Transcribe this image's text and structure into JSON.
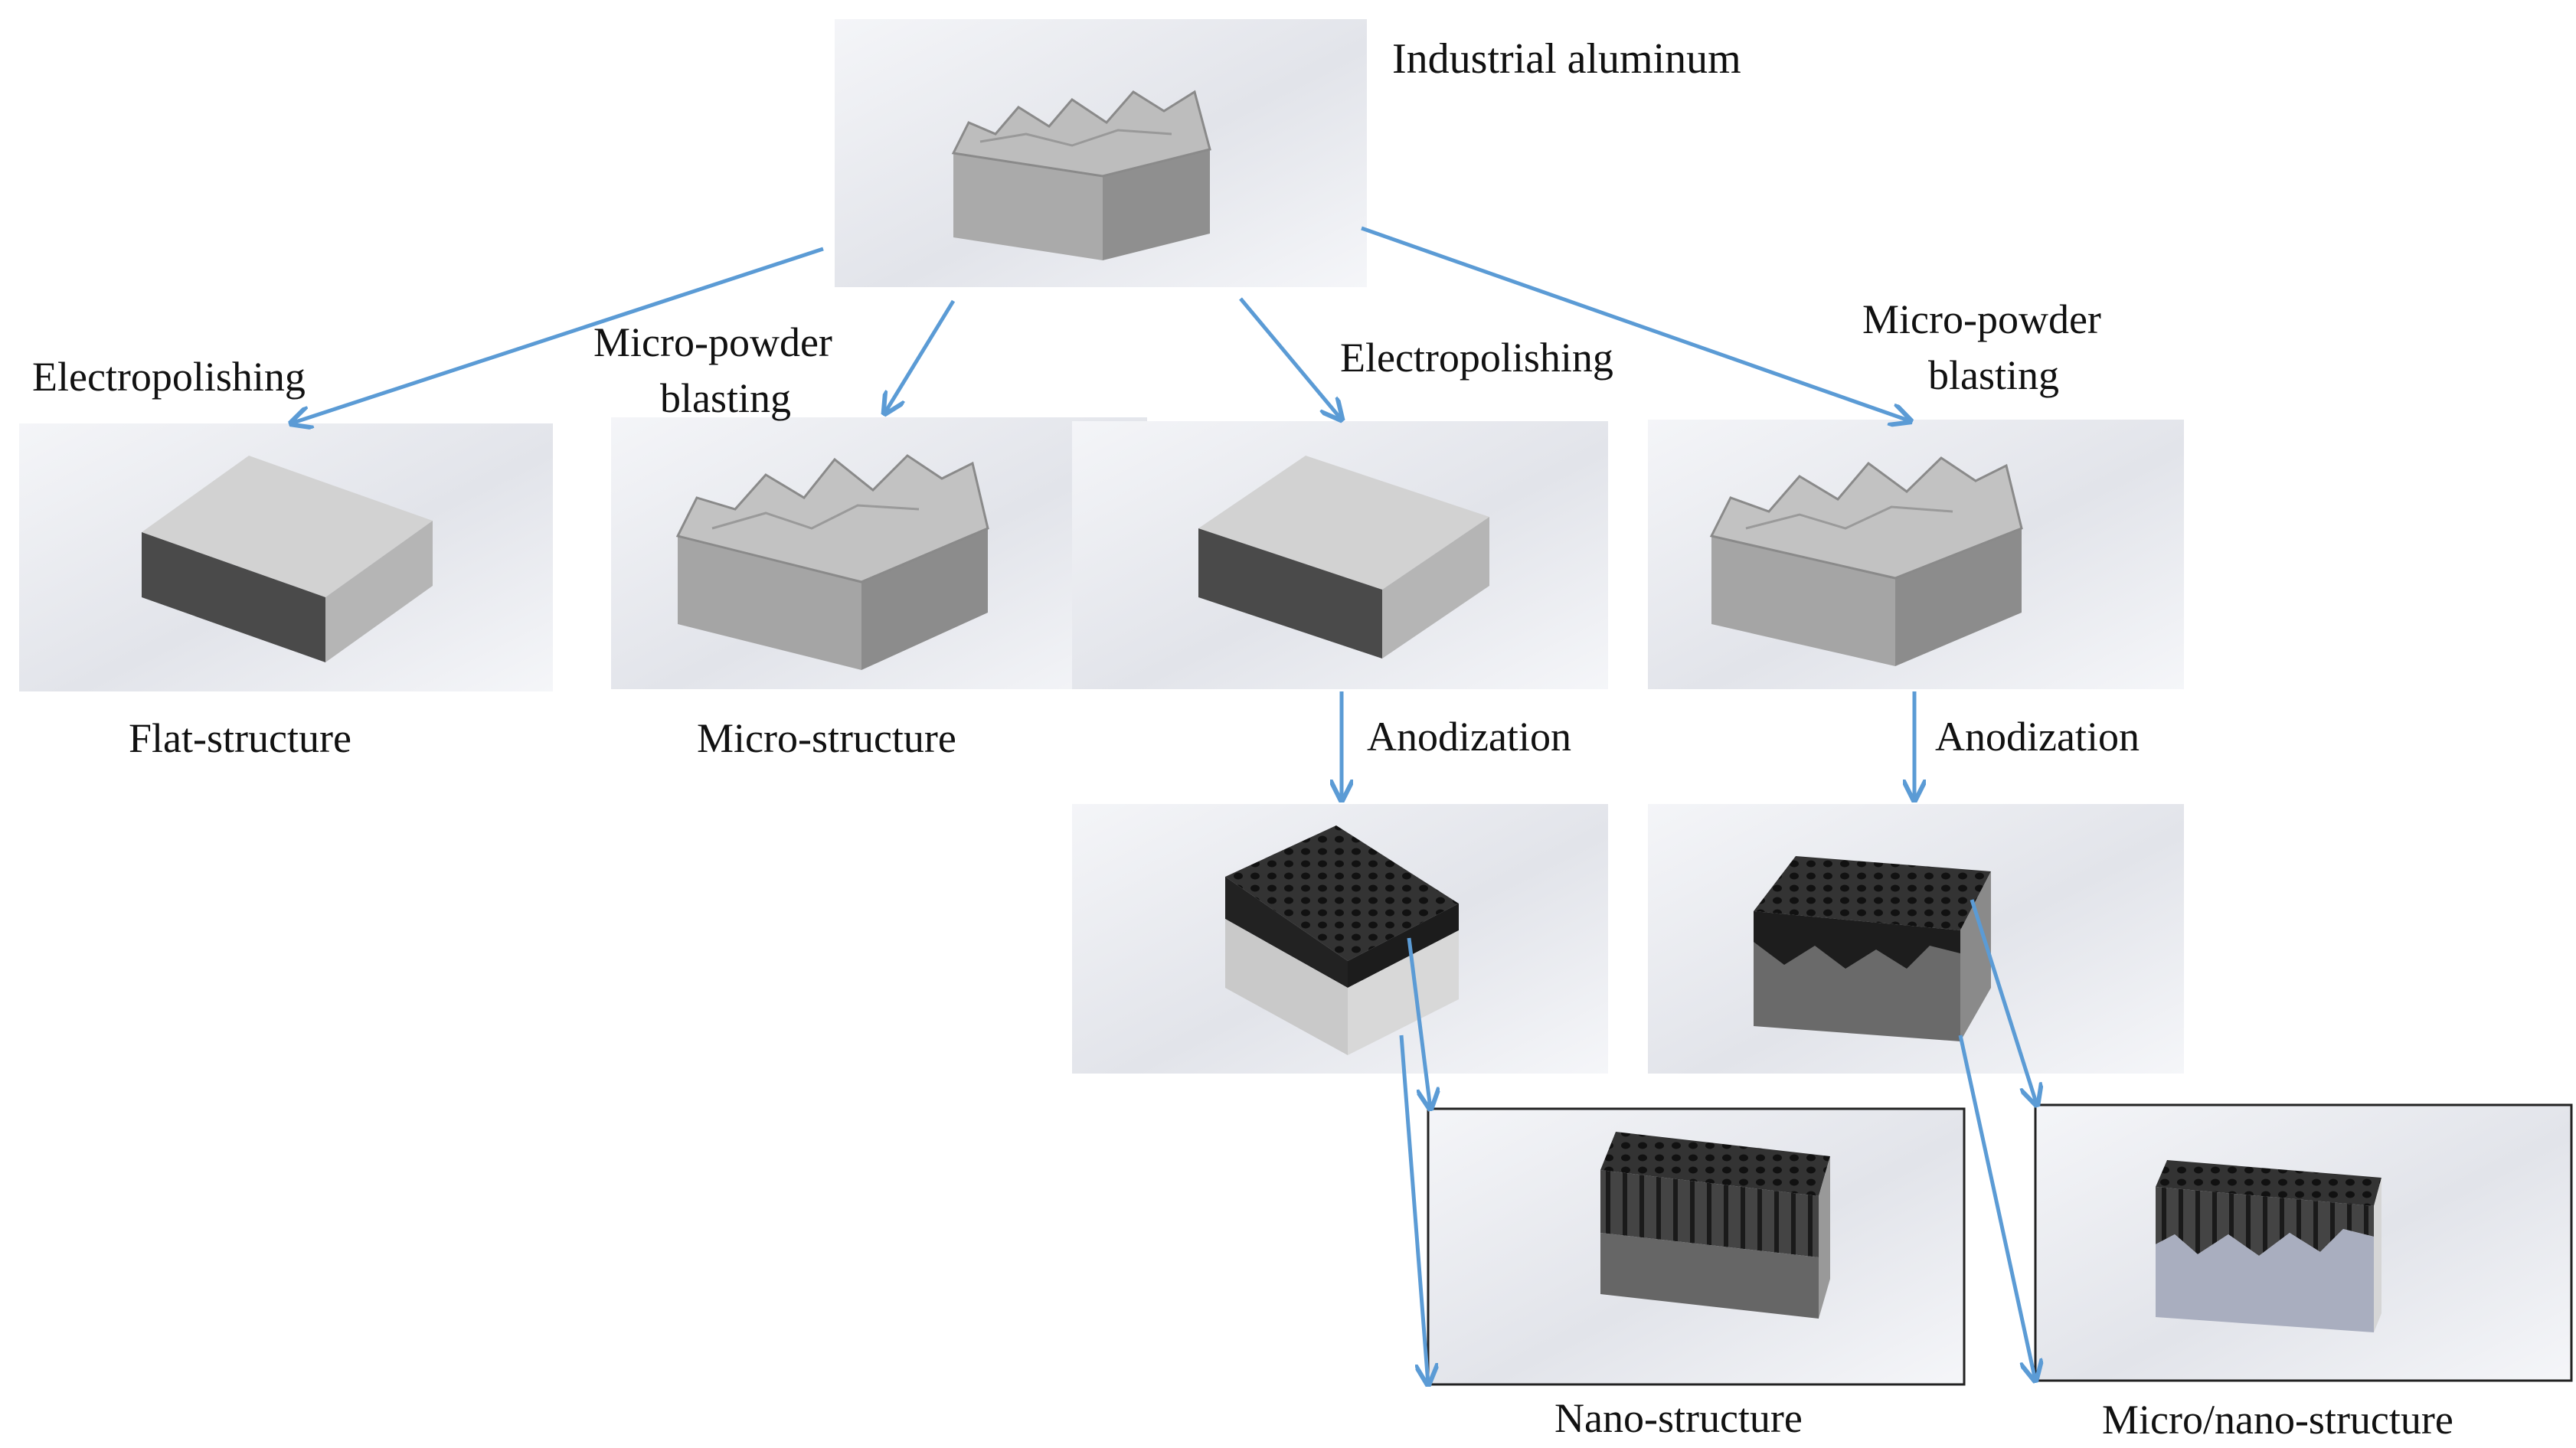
{
  "nodes": {
    "source": "Industrial aluminum",
    "flat": "Flat-structure",
    "micro": "Micro-structure",
    "nano": "Nano-structure",
    "micro_nano": "Micro/nano-structure"
  },
  "steps": {
    "electropolishing_left": "Electropolishing",
    "blasting_left_line1": "Micro-powder",
    "blasting_left_line2": "blasting",
    "electropolishing_right": "Electropolishing",
    "blasting_right_line1": "Micro-powder",
    "blasting_right_line2": "blasting",
    "anodization_1": "Anodization",
    "anodization_2": "Anodization"
  },
  "colors": {
    "arrow": "#5b9bd5",
    "block_top": "#cfcfcf",
    "block_front": "#4a4a4a",
    "block_side": "#b8b8b8",
    "oxide_top": "#2b2b2b"
  }
}
